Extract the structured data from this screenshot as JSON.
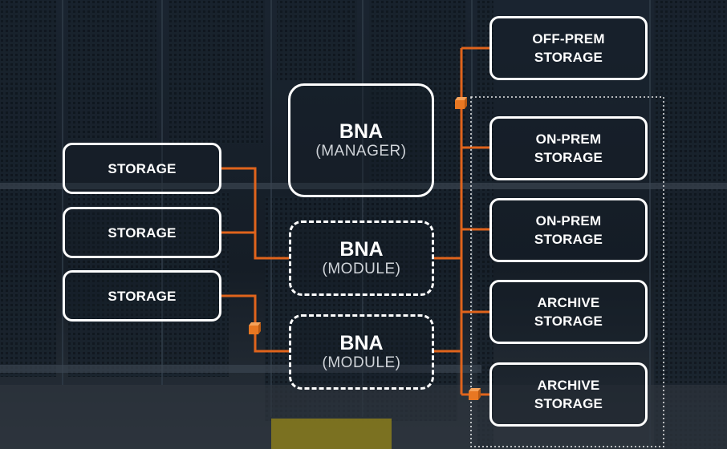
{
  "sources": [
    {
      "label": "STORAGE"
    },
    {
      "label": "STORAGE"
    },
    {
      "label": "STORAGE"
    }
  ],
  "manager": {
    "title": "BNA",
    "subtitle": "(MANAGER)"
  },
  "modules": [
    {
      "title": "BNA",
      "subtitle": "(MODULE)"
    },
    {
      "title": "BNA",
      "subtitle": "(MODULE)"
    }
  ],
  "targets": [
    {
      "line1": "OFF-PREM",
      "line2": "STORAGE"
    },
    {
      "line1": "ON-PREM",
      "line2": "STORAGE"
    },
    {
      "line1": "ON-PREM",
      "line2": "STORAGE"
    },
    {
      "line1": "ARCHIVE",
      "line2": "STORAGE"
    },
    {
      "line1": "ARCHIVE",
      "line2": "STORAGE"
    }
  ],
  "colors": {
    "connector": "#e0641c",
    "box_border": "#ffffff",
    "cube": "#e87722"
  }
}
